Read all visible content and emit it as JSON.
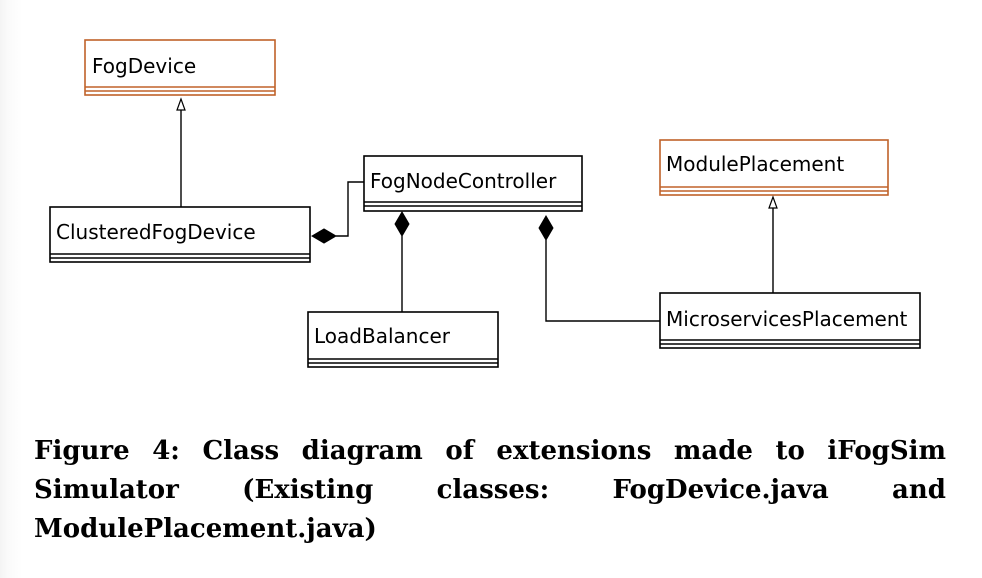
{
  "diagram": {
    "classes": {
      "fog_device": "FogDevice",
      "clustered_fog_device": "ClusteredFogDevice",
      "fog_node_controller": "FogNodeController",
      "load_balancer": "LoadBalancer",
      "module_placement": "ModulePlacement",
      "microservices_placement": "MicroservicesPlacement"
    },
    "relations": [
      {
        "type": "inheritance",
        "from": "ClusteredFogDevice",
        "to": "FogDevice"
      },
      {
        "type": "inheritance",
        "from": "MicroservicesPlacement",
        "to": "ModulePlacement"
      },
      {
        "type": "composition",
        "whole": "ClusteredFogDevice",
        "part": "FogNodeController"
      },
      {
        "type": "composition",
        "whole": "FogNodeController",
        "part": "LoadBalancer"
      },
      {
        "type": "composition",
        "whole": "FogNodeController",
        "part": "MicroservicesPlacement"
      }
    ],
    "colors": {
      "existing_class_border": "#c0622a",
      "new_class_border": "#000000"
    }
  },
  "caption": {
    "text": "Figure 4: Class diagram of extensions made to iFogSim Simulator (Existing classes: FogDevice.java and ModulePlacement.java)"
  }
}
